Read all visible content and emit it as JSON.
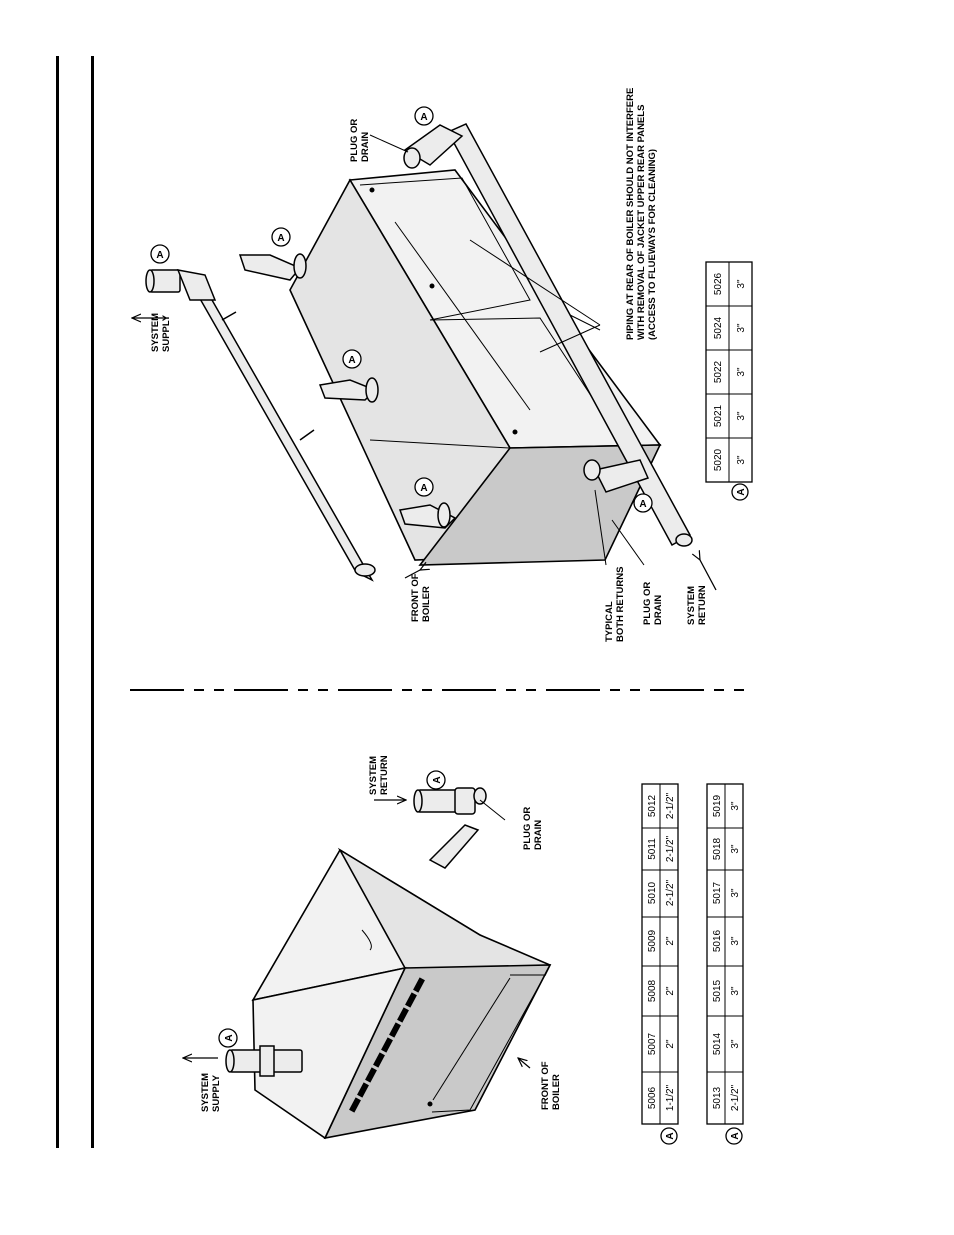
{
  "lower_diagram": {
    "system_supply": "SYSTEM SUPPLY",
    "system_return": "SYSTEM RETURN",
    "plug_or_drain": "PLUG OR DRAIN",
    "front_of_boiler": "FRONT OF BOILER",
    "a_marker": "A",
    "table_1": {
      "models": [
        "5006",
        "5007",
        "5008",
        "5009",
        "5010",
        "5011",
        "5012"
      ],
      "sizes": [
        "1-1/2\"",
        "2\"",
        "2\"",
        "2\"",
        "2-1/2\"",
        "2-1/2\"",
        "2-1/2\""
      ]
    },
    "table_2": {
      "models": [
        "5013",
        "5014",
        "5015",
        "5016",
        "5017",
        "5018",
        "5019"
      ],
      "sizes": [
        "2-1/2\"",
        "3\"",
        "3\"",
        "3\"",
        "3\"",
        "3\"",
        "3\""
      ]
    }
  },
  "upper_diagram": {
    "system_supply": "SYSTEM SUPPLY",
    "system_return": "SYSTEM RETURN",
    "plug_or_drain_top": "PLUG OR DRAIN",
    "plug_or_drain_bottom": "PLUG OR DRAIN",
    "typical_both_returns": "TYPICAL BOTH RETURNS",
    "front_of_boiler": "FRONT OF BOILER",
    "a_marker": "A",
    "piping_note": [
      "PIPING AT REAR OF BOILER SHOULD NOT INTERFERE",
      "WITH REMOVAL OF JACKET UPPER REAR PANELS",
      "(ACCESS TO FLUEWAYS FOR CLEANING)"
    ],
    "table_3": {
      "models": [
        "5020",
        "5021",
        "5022",
        "5024",
        "5026"
      ],
      "sizes": [
        "3\"",
        "3\"",
        "3\"",
        "3\"",
        "3\""
      ]
    }
  }
}
